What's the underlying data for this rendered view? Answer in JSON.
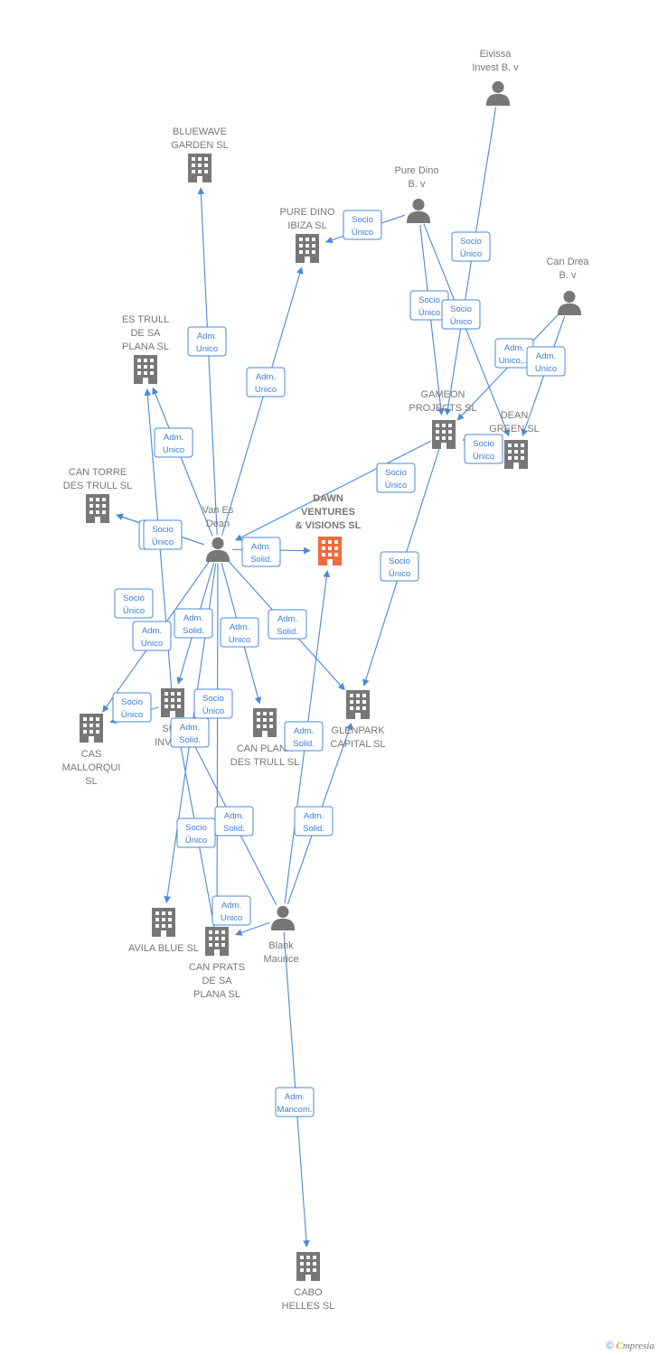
{
  "nodes": [
    {
      "id": "eivissa",
      "type": "person",
      "lines": [
        "Eivissa",
        "Invest B. v"
      ]
    },
    {
      "id": "bluewave",
      "type": "company",
      "lines": [
        "BLUEWAVE",
        "GARDEN  SL"
      ]
    },
    {
      "id": "puredino_p",
      "type": "person",
      "lines": [
        "Pure Dino",
        "B. v"
      ]
    },
    {
      "id": "puredino_ibiza",
      "type": "company",
      "lines": [
        "PURE DINO",
        "IBIZA  SL"
      ]
    },
    {
      "id": "candrea",
      "type": "person",
      "lines": [
        "Can Drea",
        "B. v"
      ]
    },
    {
      "id": "estrull",
      "type": "company",
      "lines": [
        "ES TRULL",
        "DE SA",
        "PLANA  SL"
      ]
    },
    {
      "id": "gameon",
      "type": "company",
      "lines": [
        "GAMEON",
        "PROJECTS  SL"
      ]
    },
    {
      "id": "deangreen",
      "type": "company",
      "lines": [
        "DEAN",
        "GREEN  SL"
      ]
    },
    {
      "id": "cantorre",
      "type": "company",
      "lines": [
        "CAN TORRE",
        "DES TRULL  SL"
      ]
    },
    {
      "id": "vanes",
      "type": "person",
      "lines": [
        "Van Es",
        "Dean"
      ]
    },
    {
      "id": "dawn",
      "type": "focus",
      "lines": [
        "DAWN",
        "VENTURES",
        "& VISIONS  SL"
      ]
    },
    {
      "id": "cas",
      "type": "company",
      "lines": [
        "CAS",
        "MALLORQUI",
        "SL"
      ]
    },
    {
      "id": "sun",
      "type": "company",
      "lines": [
        "SUN",
        "INVEST"
      ]
    },
    {
      "id": "canplana",
      "type": "company",
      "lines": [
        "CAN PLANA",
        "DES TRULL  SL"
      ]
    },
    {
      "id": "glenpark",
      "type": "company",
      "lines": [
        "GLENPARK",
        "CAPITAL  SL"
      ]
    },
    {
      "id": "avila",
      "type": "company",
      "lines": [
        "AVILA BLUE  SL"
      ]
    },
    {
      "id": "canprats",
      "type": "company",
      "lines": [
        "CAN PRATS",
        "DE SA",
        "PLANA  SL"
      ]
    },
    {
      "id": "blank",
      "type": "person",
      "lines": [
        "Blank",
        "Maurice"
      ]
    },
    {
      "id": "cabo",
      "type": "company",
      "lines": [
        "CABO",
        "HELLES SL"
      ]
    }
  ],
  "edges": [
    {
      "from": "puredino_p",
      "to": "puredino_ibiza",
      "label": [
        "Socio",
        "Único"
      ]
    },
    {
      "from": "eivissa",
      "to": "gameon",
      "label": [
        "Socio",
        "Único"
      ]
    },
    {
      "from": "puredino_p",
      "to": "gameon",
      "label": [
        "Socio",
        "Único"
      ]
    },
    {
      "from": "puredino_p",
      "to": "deangreen",
      "label": [
        "Socio",
        "Único"
      ]
    },
    {
      "from": "candrea",
      "to": "gameon",
      "label": [
        "Adm.",
        "Unico,..."
      ]
    },
    {
      "from": "candrea",
      "to": "deangreen",
      "label": [
        "Adm.",
        "Unico"
      ]
    },
    {
      "from": "gameon",
      "to": "vanes",
      "label": [
        "Socio",
        "Único"
      ]
    },
    {
      "from": "deangreen",
      "to": "gameon",
      "label": [
        "Socio",
        "Único"
      ]
    },
    {
      "from": "gameon",
      "to": "glenpark",
      "label": [
        "Socio",
        "Único"
      ]
    },
    {
      "from": "vanes",
      "to": "bluewave",
      "label": [
        "Adm.",
        "Unico"
      ]
    },
    {
      "from": "vanes",
      "to": "puredino_ibiza",
      "label": [
        "Adm.",
        "Unico"
      ]
    },
    {
      "from": "vanes",
      "to": "estrull",
      "label": [
        "Adm.",
        "Unico"
      ]
    },
    {
      "from": "vanes",
      "to": "cantorre",
      "label": [
        "Socio",
        "Único"
      ]
    },
    {
      "from": "vanes",
      "to": "dawn",
      "label": [
        "Adm.",
        "Solid."
      ]
    },
    {
      "from": "vanes",
      "to": "cas",
      "label": [
        "Adm.",
        "Unico"
      ]
    },
    {
      "from": "vanes",
      "to": "sun",
      "label": [
        "Adm.",
        "Solid."
      ]
    },
    {
      "from": "vanes",
      "to": "canplana",
      "label": [
        "Adm.",
        "Unico"
      ]
    },
    {
      "from": "vanes",
      "to": "glenpark",
      "label": [
        "Adm.",
        "Solid."
      ]
    },
    {
      "from": "vanes",
      "to": "avila",
      "label": [
        "Socio",
        "Único"
      ]
    },
    {
      "from": "vanes",
      "to": "canprats",
      "label": [
        "Adm.",
        "Unico"
      ]
    },
    {
      "from": "sun",
      "to": "estrull",
      "label": [
        "Socio",
        "Único"
      ]
    },
    {
      "from": "sun",
      "to": "cas",
      "label": [
        "Socio",
        "Único"
      ]
    },
    {
      "from": "blank",
      "to": "dawn",
      "label": [
        "Adm.",
        "Solid."
      ]
    },
    {
      "from": "blank",
      "to": "glenpark",
      "label": [
        "Adm.",
        "Solid."
      ]
    },
    {
      "from": "blank",
      "to": "sun",
      "label": [
        "Adm.",
        "Solid."
      ]
    },
    {
      "from": "blank",
      "to": "canprats",
      "label": [
        "Adm.",
        "Solid."
      ]
    },
    {
      "from": "blank",
      "to": "cabo",
      "label": [
        "Adm.",
        "Mancom."
      ]
    },
    {
      "from": "canprats",
      "to": "sun",
      "label": [
        "Socio",
        "Único"
      ]
    },
    {
      "from": "vanes",
      "to": "cantorre",
      "label": [
        "Socio",
        "Único"
      ]
    }
  ],
  "footer": {
    "copyright": "©",
    "brand_first": "C",
    "brand_rest": "mpresia"
  },
  "colors": {
    "edge": "#4a89d8",
    "node": "#777777",
    "focus": "#f26a3d",
    "label_text": "#3b7dd8"
  }
}
